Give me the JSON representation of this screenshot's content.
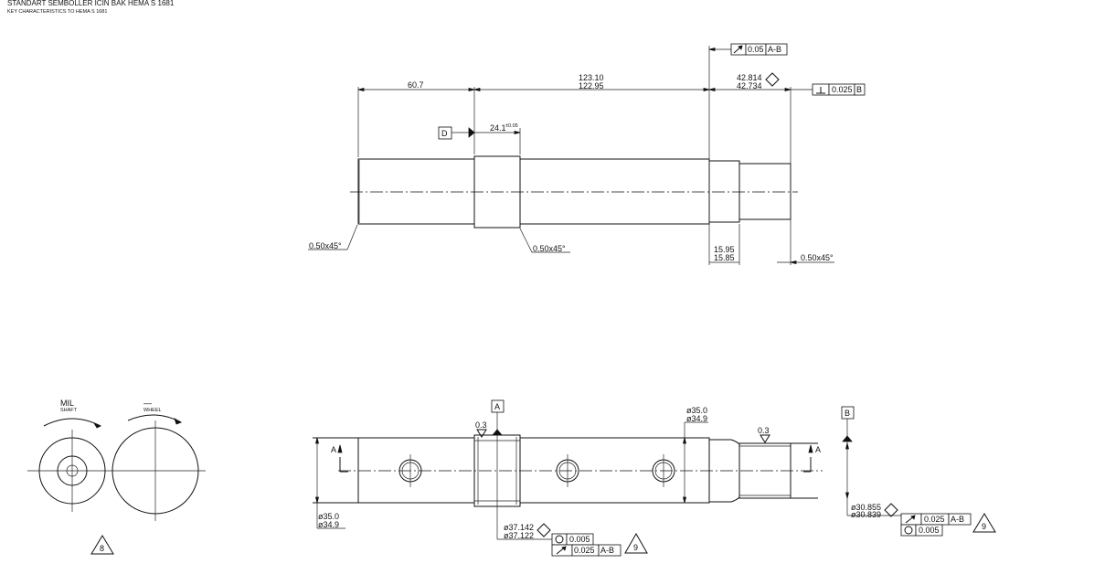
{
  "header": {
    "line1": "STANDART SEMBOLLER ICIN BAK HEMA S 1681",
    "line2": "KEY CHARACTERISTICS TO HEMA S 1681"
  },
  "top_view": {
    "len_left": "60.7",
    "len_mid_upper": "123.10",
    "len_mid_lower": "122.95",
    "len_right_upper": "42.814",
    "len_right_lower": "42.734",
    "len_d": "24.1",
    "len_d_tol": "±0.05",
    "datum_d": "D",
    "fcf_runout_value": "0.05",
    "fcf_runout_datum": "A-B",
    "fcf_perp_value": "0.025",
    "fcf_perp_datum": "B",
    "chamfer_left": "0.50x45°",
    "chamfer_mid": "0.50x45°",
    "chamfer_right": "0.50x45°",
    "step_upper": "15.95",
    "step_lower": "15.85"
  },
  "bottom_view": {
    "datum_a": "A",
    "datum_b": "B",
    "rough_a": "0.3",
    "rough_b": "0.3",
    "section_left": "A",
    "section_right": "A",
    "dia_left_upper": "ø35.0",
    "dia_left_lower": "ø34.9",
    "dia_mid_upper": "ø35.0",
    "dia_mid_lower": "ø34.9",
    "dia_center_upper": "ø37.142",
    "dia_center_lower": "ø37.122",
    "fcf_circ_value": "0.005",
    "fcf_run_value": "0.025",
    "fcf_run_datum": "A-B",
    "tri_center": "9",
    "dia_right_upper": "ø30.855",
    "dia_right_lower": "ø30.839",
    "fcf_right_run_value": "0.025",
    "fcf_right_run_datum": "A-B",
    "fcf_right_circ_value": "0.005",
    "tri_right": "9"
  },
  "side_view": {
    "label_mil": "MIL",
    "label_shaft": "SHAFT",
    "label_dash": "—",
    "label_wheel": "WHEEL",
    "tri": "8"
  }
}
